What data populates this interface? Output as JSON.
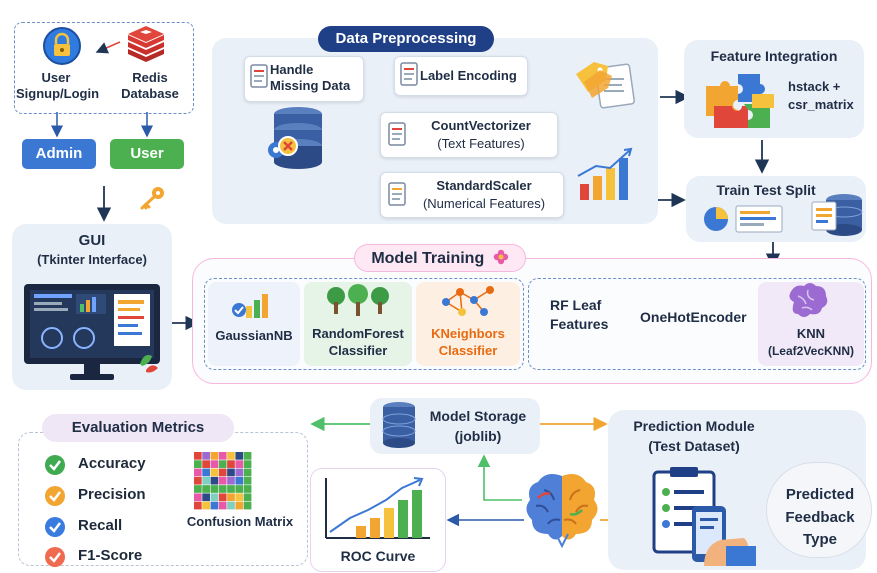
{
  "auth": {
    "signup_label": "User Signup/Login",
    "redis_label": "Redis Database",
    "admin_label": "Admin",
    "user_label": "User"
  },
  "gui": {
    "title": "GUI",
    "subtitle": "(Tkinter Interface)"
  },
  "preprocessing": {
    "title": "Data Preprocessing",
    "handle_missing": "Handle Missing Data",
    "label_encoding": "Label Encoding",
    "count_vectorizer": "CountVectorizer",
    "count_vectorizer_sub": "(Text Features)",
    "standard_scaler": "StandardScaler",
    "standard_scaler_sub": "(Numerical Features)"
  },
  "feature_integration": {
    "title": "Feature Integration",
    "detail": "hstack + csr_matrix"
  },
  "train_test_split": {
    "title": "Train Test Split"
  },
  "model_training": {
    "title": "Model Training",
    "gaussian_nb": "GaussianNB",
    "random_forest": "RandomForest Classifier",
    "kneighbors": "KNeighbors Classifier",
    "rf_leaf": "RF Leaf Features",
    "onehot": "OneHotEncoder",
    "knn": "KNN",
    "knn_sub": "(Leaf2VecKNN)"
  },
  "evaluation": {
    "title": "Evaluation Metrics",
    "metrics": [
      "Accuracy",
      "Precision",
      "Recall",
      "F1-Score"
    ],
    "confusion_matrix": "Confusion Matrix",
    "roc_curve": "ROC Curve"
  },
  "storage": {
    "title": "Model Storage",
    "subtitle": "(joblib)"
  },
  "prediction": {
    "title": "Prediction Module",
    "subtitle": "(Test Dataset)",
    "output": "Predicted Feedback Type"
  },
  "colors": {
    "navy": "#1f3f87",
    "admin_blue": "#3a78d4",
    "user_green": "#4cb050",
    "check_green": "#3faa4f",
    "check_orange": "#f2a531",
    "check_blue": "#3a7be0",
    "check_red": "#ef6a4f",
    "kneighbors_orange": "#e86a12",
    "model_training_pink": "#f7b7dc"
  }
}
